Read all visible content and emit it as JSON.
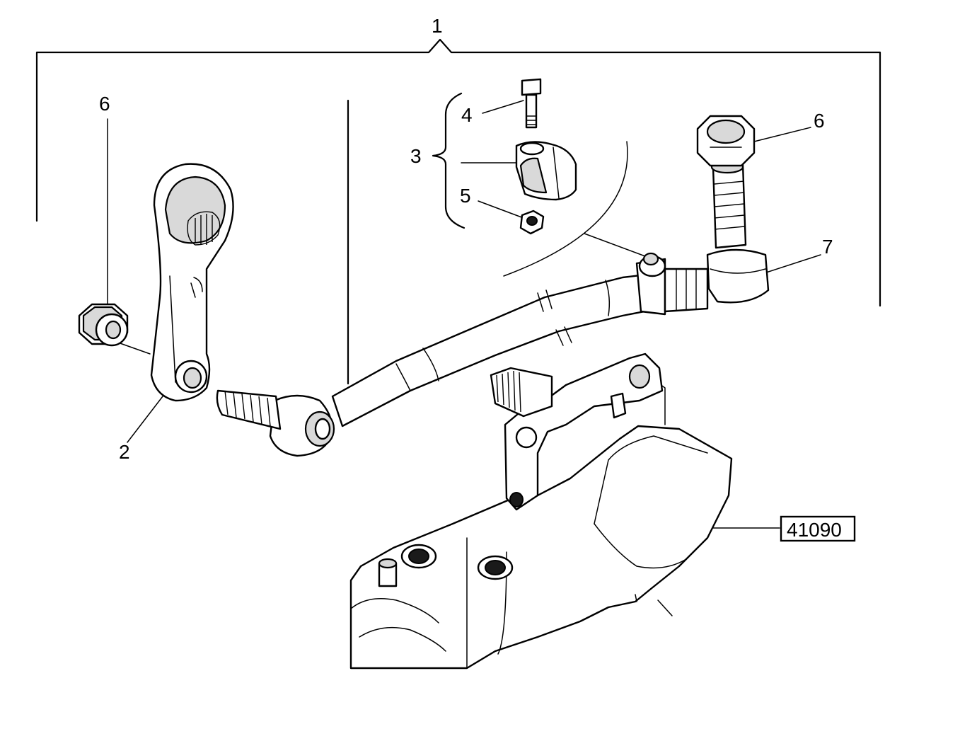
{
  "callouts": {
    "assembly": "1",
    "pitman_arm": "2",
    "clamp_group": "3",
    "bolt": "4",
    "nut_small": "5",
    "nut_left": "6",
    "nut_right": "6",
    "ball_joint": "7"
  },
  "reference_box": "41090"
}
